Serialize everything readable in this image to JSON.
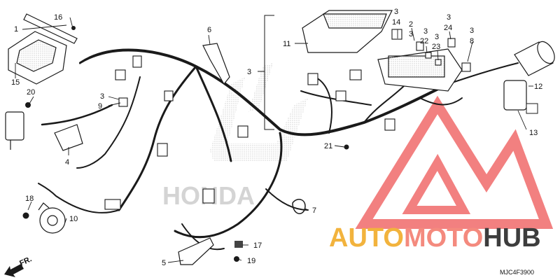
{
  "diagram": {
    "reference_code": "MJC4F3900",
    "direction_label": "FR.",
    "watermark_mark": "HONDA",
    "brand": {
      "part1": "AUTO",
      "part2": "MOTO",
      "part3": "HUB",
      "color1": "#f2b33d",
      "color2": "#f48a7e",
      "color3": "#3d3d3d",
      "logo_color": "#f06a6a"
    },
    "callouts": [
      {
        "id": "c1",
        "label": "1"
      },
      {
        "id": "c16",
        "label": "16"
      },
      {
        "id": "c15",
        "label": "15"
      },
      {
        "id": "c20",
        "label": "20"
      },
      {
        "id": "c3a",
        "label": "3"
      },
      {
        "id": "c9",
        "label": "9"
      },
      {
        "id": "c4",
        "label": "4"
      },
      {
        "id": "c6",
        "label": "6"
      },
      {
        "id": "c3b",
        "label": "3"
      },
      {
        "id": "c11",
        "label": "11"
      },
      {
        "id": "c3c",
        "label": "3"
      },
      {
        "id": "c14",
        "label": "14"
      },
      {
        "id": "c2",
        "label": "2"
      },
      {
        "id": "c3d",
        "label": "3"
      },
      {
        "id": "c3e",
        "label": "3"
      },
      {
        "id": "c24",
        "label": "24"
      },
      {
        "id": "c3f",
        "label": "3"
      },
      {
        "id": "c22",
        "label": "22"
      },
      {
        "id": "c3g",
        "label": "3"
      },
      {
        "id": "c23",
        "label": "23"
      },
      {
        "id": "c8",
        "label": "8"
      },
      {
        "id": "c3h",
        "label": "3"
      },
      {
        "id": "c12",
        "label": "12"
      },
      {
        "id": "c13",
        "label": "13"
      },
      {
        "id": "c21",
        "label": "21"
      },
      {
        "id": "c18",
        "label": "18"
      },
      {
        "id": "c10",
        "label": "10"
      },
      {
        "id": "c7",
        "label": "7"
      },
      {
        "id": "c17",
        "label": "17"
      },
      {
        "id": "c5",
        "label": "5"
      },
      {
        "id": "c19",
        "label": "19"
      }
    ]
  }
}
